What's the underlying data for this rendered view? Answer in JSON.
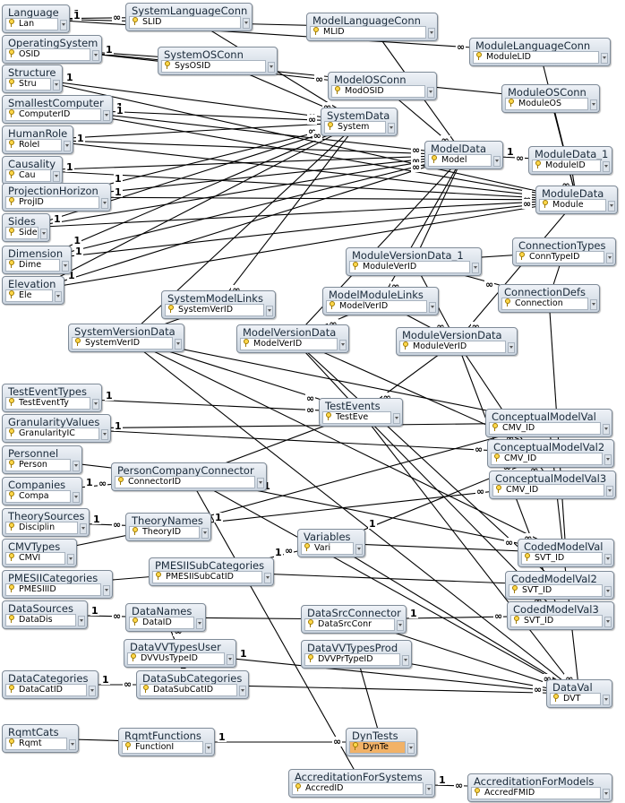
{
  "diagram": {
    "tables": [
      {
        "id": "language",
        "title": "Language",
        "field": "Lan"
      },
      {
        "id": "systemlanguageconn",
        "title": "SystemLanguageConn",
        "field": "SLID"
      },
      {
        "id": "modellanguageconn",
        "title": "ModelLanguageConn",
        "field": "MLID"
      },
      {
        "id": "modulelanguageconn",
        "title": "ModuleLanguageConn",
        "field": "ModuleLID"
      },
      {
        "id": "operatingsystem",
        "title": "OperatingSystem",
        "field": "OSID"
      },
      {
        "id": "systemosconn",
        "title": "SystemOSConn",
        "field": "SysOSID"
      },
      {
        "id": "modelosconn",
        "title": "ModelOSConn",
        "field": "ModOSID"
      },
      {
        "id": "moduleosconn",
        "title": "ModuleOSConn",
        "field": "ModuleOS"
      },
      {
        "id": "structure",
        "title": "Structure",
        "field": "Stru"
      },
      {
        "id": "smallestcomputer",
        "title": "SmallestComputer",
        "field": "ComputerID"
      },
      {
        "id": "systemdata",
        "title": "SystemData",
        "field": "System"
      },
      {
        "id": "humanrole",
        "title": "HumanRole",
        "field": "RoleI"
      },
      {
        "id": "modeldata",
        "title": "ModelData",
        "field": "Model"
      },
      {
        "id": "moduledata_1",
        "title": "ModuleData_1",
        "field": "ModuleID"
      },
      {
        "id": "causality",
        "title": "Causality",
        "field": "Cau"
      },
      {
        "id": "moduledata",
        "title": "ModuleData",
        "field": "Module"
      },
      {
        "id": "projectionhorizon",
        "title": "ProjectionHorizon",
        "field": "ProjID"
      },
      {
        "id": "sides",
        "title": "Sides",
        "field": "Side"
      },
      {
        "id": "connectiontypes",
        "title": "ConnectionTypes",
        "field": "ConnTypeID"
      },
      {
        "id": "dimension",
        "title": "Dimension",
        "field": "Dime"
      },
      {
        "id": "moduleversiondata_1",
        "title": "ModuleVersionData_1",
        "field": "ModuleVerID"
      },
      {
        "id": "elevation",
        "title": "Elevation",
        "field": "Ele"
      },
      {
        "id": "connectiondefs",
        "title": "ConnectionDefs",
        "field": "Connection"
      },
      {
        "id": "systemmodellinks",
        "title": "SystemModelLinks",
        "field": "SystemVerID"
      },
      {
        "id": "modelmodulelinks",
        "title": "ModelModuleLinks",
        "field": "ModelVerID"
      },
      {
        "id": "systemversiondata",
        "title": "SystemVersionData",
        "field": "SystemVerID"
      },
      {
        "id": "modelversiondata",
        "title": "ModelVersionData",
        "field": "ModelVerID"
      },
      {
        "id": "moduleversiondata",
        "title": "ModuleVersionData",
        "field": "ModuleVerID"
      },
      {
        "id": "testeventtypes",
        "title": "TestEventTypes",
        "field": "TestEventTy"
      },
      {
        "id": "testevents",
        "title": "TestEvents",
        "field": "TestEve"
      },
      {
        "id": "conceptualmodelval",
        "title": "ConceptualModelVal",
        "field": "CMV_ID"
      },
      {
        "id": "granularityvalues",
        "title": "GranularityValues",
        "field": "GranularityIC"
      },
      {
        "id": "conceptualmodelval2",
        "title": "ConceptualModelVal2",
        "field": "CMV_ID"
      },
      {
        "id": "personnel",
        "title": "Personnel",
        "field": "Person"
      },
      {
        "id": "personcompanyconnector",
        "title": "PersonCompanyConnector",
        "field": "ConnectorID"
      },
      {
        "id": "conceptualmodelval3",
        "title": "ConceptualModelVal3",
        "field": "CMV_ID"
      },
      {
        "id": "companies",
        "title": "Companies",
        "field": "Compa"
      },
      {
        "id": "theorysources",
        "title": "TheorySources",
        "field": "Disciplin"
      },
      {
        "id": "theorynames",
        "title": "TheoryNames",
        "field": "TheoryID"
      },
      {
        "id": "variables",
        "title": "Variables",
        "field": "Vari"
      },
      {
        "id": "cmvtypes",
        "title": "CMVTypes",
        "field": "CMVI"
      },
      {
        "id": "codedmodelval",
        "title": "CodedModelVal",
        "field": "SVT_ID"
      },
      {
        "id": "pmesiisubcategories",
        "title": "PMESIISubCategories",
        "field": "PMESIISubCatID"
      },
      {
        "id": "pmesiicategories",
        "title": "PMESIICategories",
        "field": "PMESIIID"
      },
      {
        "id": "codedmodelval2",
        "title": "CodedModelVal2",
        "field": "SVT_ID"
      },
      {
        "id": "datasources",
        "title": "DataSources",
        "field": "DataDis"
      },
      {
        "id": "datanames",
        "title": "DataNames",
        "field": "DataID"
      },
      {
        "id": "datasrcconnector",
        "title": "DataSrcConnector",
        "field": "DataSrcConr"
      },
      {
        "id": "codedmodelval3",
        "title": "CodedModelVal3",
        "field": "SVT_ID"
      },
      {
        "id": "datavvtypesuser",
        "title": "DataVVTypesUser",
        "field": "DVVUsTypeID"
      },
      {
        "id": "datavvtypesprod",
        "title": "DataVVTypesProd",
        "field": "DVVPrTypeID"
      },
      {
        "id": "datacategories",
        "title": "DataCategories",
        "field": "DataCatID"
      },
      {
        "id": "datasubcategories",
        "title": "DataSubCategories",
        "field": "DataSubCatID"
      },
      {
        "id": "dataval",
        "title": "DataVal",
        "field": "DVT"
      },
      {
        "id": "rqmtcats",
        "title": "RqmtCats",
        "field": "Rqmt"
      },
      {
        "id": "rqmtfunctions",
        "title": "RqmtFunctions",
        "field": "FunctionI"
      },
      {
        "id": "dyntests",
        "title": "DynTests",
        "field": "DynTe"
      },
      {
        "id": "accreditationforsystems",
        "title": "AccreditationForSystems",
        "field": "AccredID"
      },
      {
        "id": "accreditationformodels",
        "title": "AccreditationForModels",
        "field": "AccredFMID"
      }
    ],
    "symbols": {
      "one": "1",
      "many": "∞"
    },
    "colors": {
      "table_border": "#7f8b98",
      "line": "#000000",
      "highlight_field": "#f2b267"
    }
  }
}
